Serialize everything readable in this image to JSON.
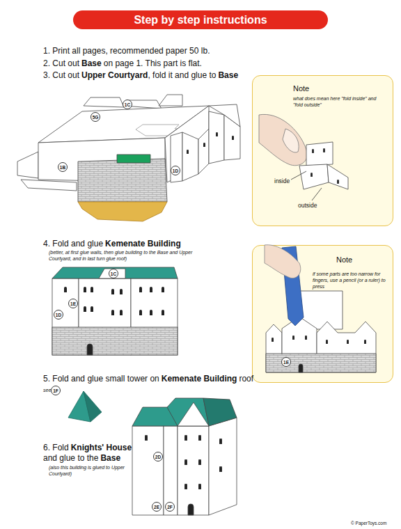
{
  "diagram": {
    "title": "Step by step instructions",
    "nodes": [
      {
        "text": [
          "Note",
          "what does mean here \"fold inside\" and \"fold outside\""
        ]
      },
      {
        "text": [
          "Note",
          "if some parts are too narrow for fingers, use a pencil (or a ruler) to press"
        ]
      }
    ],
    "labels": [
      "1. Print all pages, recommended paper 50 lb.",
      "2. Cut out",
      "Base",
      "on page 1. This part is flat.",
      "3. Cut out",
      "Upper Courtyard",
      ", fold it and glue to",
      "Base",
      "5G",
      "1C",
      "1B",
      "1D",
      "inside",
      "outside",
      "4. Fold and glue",
      "Kemenate Building",
      "(better, at first glue walls, then glue building to the Base and Upper Courtyard, and in last turn glue roof)",
      "1C",
      "1E",
      "1D",
      "1E",
      "5. Fold and glue small tower on",
      "Kemenate Building",
      "roof",
      "see",
      "1F",
      "6. Fold",
      "Knights' House",
      "and glue to the",
      "Base",
      "(also this building is glued to Upper Courtyard)",
      "2D",
      "2E",
      "2F",
      "© PaperToys.com"
    ]
  }
}
